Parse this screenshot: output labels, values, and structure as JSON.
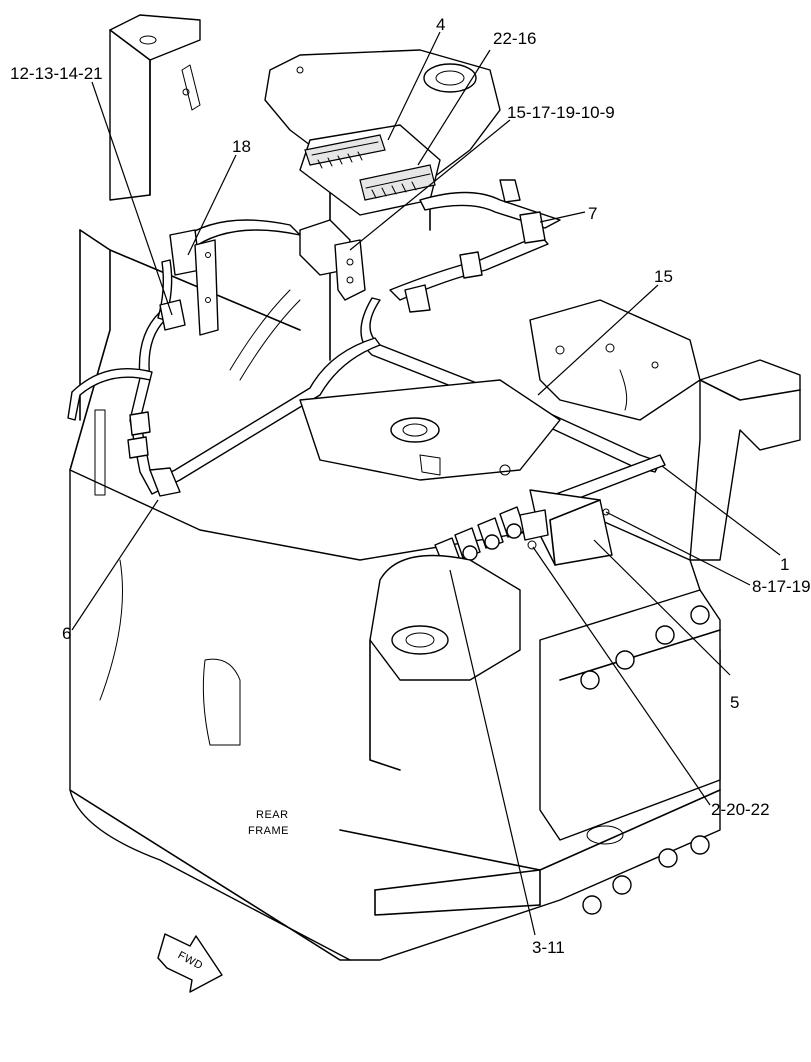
{
  "callouts": {
    "c4": "4",
    "c22_16": "22-16",
    "c12_13_14_21": "12-13-14-21",
    "c15_17_19_10_9": "15-17-19-10-9",
    "c18": "18",
    "c7": "7",
    "c15": "15",
    "c1": "1",
    "c8_17_19": "8-17-19",
    "c6": "6",
    "c5": "5",
    "c2_20_22": "2-20-22",
    "c3_11": "3-11"
  },
  "labels": {
    "rear_line1": "REAR",
    "rear_line2": "FRAME",
    "fwd": "FWD"
  }
}
